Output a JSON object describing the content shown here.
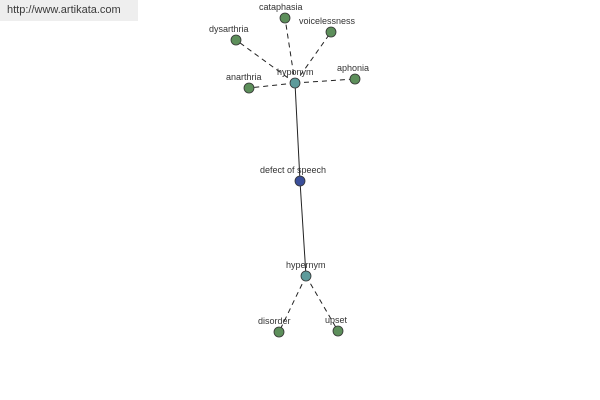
{
  "header": {
    "url": "http://www.artikata.com"
  },
  "colors": {
    "leaf": "#5d8f5b",
    "relation": "#5e9b9b",
    "center": "#3b4f9a",
    "edge": "#222222"
  },
  "graph": {
    "center": {
      "label": "defect of speech"
    },
    "relations": {
      "hyponym": {
        "label": "hyponym"
      },
      "hypernym": {
        "label": "hypernym"
      }
    },
    "hyponyms": [
      {
        "label": "cataphasia"
      },
      {
        "label": "voicelessness"
      },
      {
        "label": "dysarthria"
      },
      {
        "label": "anarthria"
      },
      {
        "label": "aphonia"
      }
    ],
    "hypernyms": [
      {
        "label": "disorder"
      },
      {
        "label": "upset"
      }
    ]
  }
}
